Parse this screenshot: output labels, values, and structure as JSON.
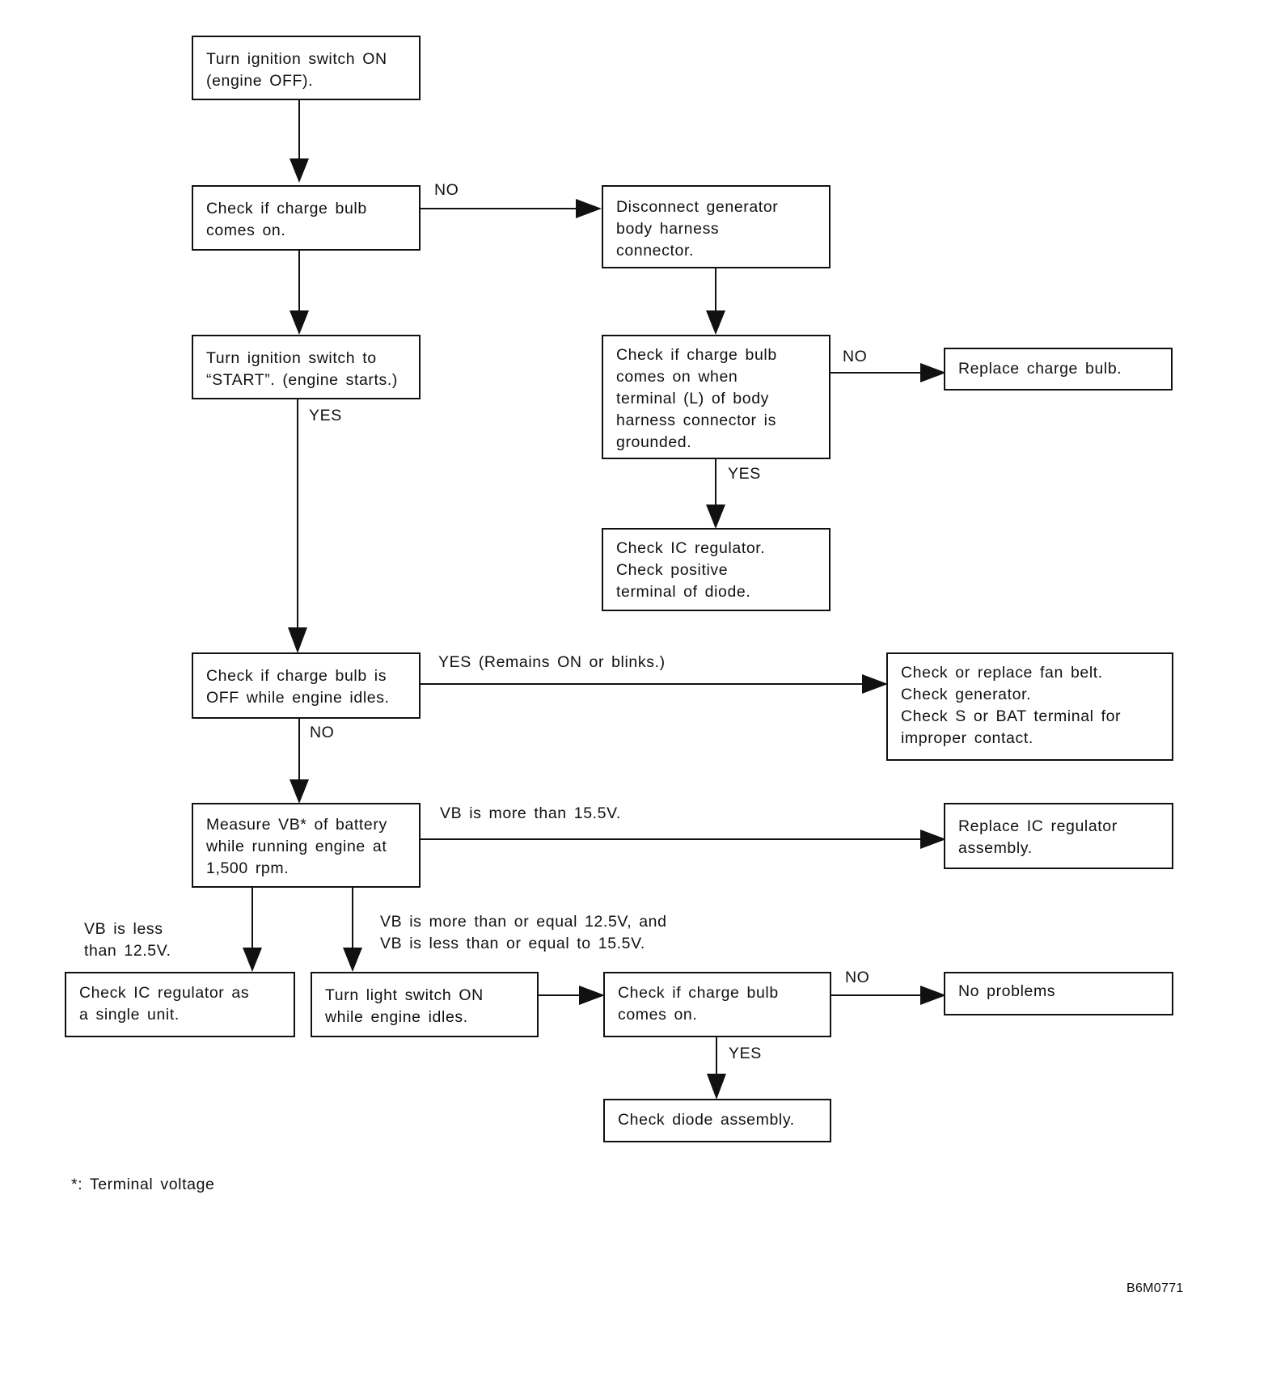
{
  "boxes": {
    "b1": "Turn ignition switch ON\n(engine OFF).",
    "b2": "Check if charge bulb\ncomes on.",
    "b3": "Turn ignition switch to\n“START”. (engine starts.)",
    "b4": "Disconnect generator\nbody harness\nconnector.",
    "b5": "Check if charge bulb\ncomes on when\nterminal (L) of body\nharness connector is\ngrounded.",
    "b6": "Replace charge bulb.",
    "b7": "Check IC regulator.\nCheck positive\nterminal of diode.",
    "b8": "Check if charge bulb is\nOFF while engine idles.",
    "b9": "Check or replace fan belt.\nCheck generator.\nCheck S or BAT terminal for\nimproper contact.",
    "b10": "Measure VB* of battery\nwhile running engine at\n1,500 rpm.",
    "b11": "Replace IC regulator\nassembly.",
    "b12": "Check IC regulator as\na single unit.",
    "b13": "Turn light switch ON\nwhile engine idles.",
    "b14": "Check if charge bulb\ncomes on.",
    "b15": "No problems",
    "b16": "Check diode assembly."
  },
  "labels": {
    "l_no1": "NO",
    "l_yes1": "YES",
    "l_no2": "NO",
    "l_yes2": "YES",
    "l_yes3": "YES (Remains ON or blinks.)",
    "l_no3": "NO",
    "l_vb_high": "VB is more than 15.5V.",
    "l_vb_low": "VB is less\nthan 12.5V.",
    "l_vb_mid": "VB is more than or equal 12.5V, and\nVB is less than or equal to 15.5V.",
    "l_no4": "NO",
    "l_yes4": "YES"
  },
  "footnote": "*: Terminal voltage",
  "figure_code": "B6M0771"
}
